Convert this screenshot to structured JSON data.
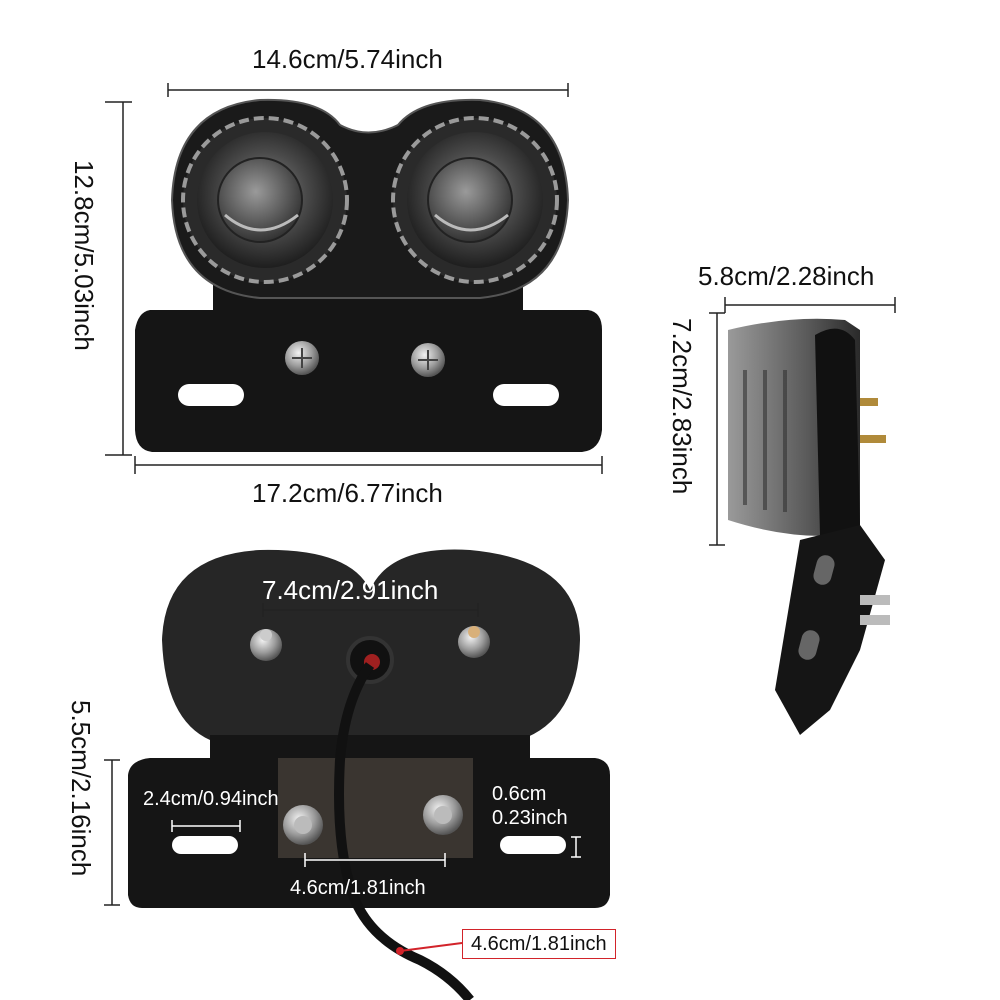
{
  "dimensions": {
    "top_width": "14.6cm/5.74inch",
    "top_height": "12.8cm/5.03inch",
    "plate_width": "17.2cm/6.77inch",
    "side_width": "5.8cm/2.28inch",
    "side_height": "7.2cm/2.83inch",
    "bolt_spacing": "7.4cm/2.91inch",
    "bracket_height": "5.5cm/2.16inch",
    "slot_width": "2.4cm/0.94inch",
    "slot_height_cm": "0.6cm",
    "slot_height_inch": "0.23inch",
    "mount_bolt_spacing": "4.6cm/1.81inch",
    "cable_callout": "4.6cm/1.81inch"
  },
  "colors": {
    "accent": "#d2232a",
    "housing": "#1a1a1a",
    "lens": "#5a5a5a"
  }
}
